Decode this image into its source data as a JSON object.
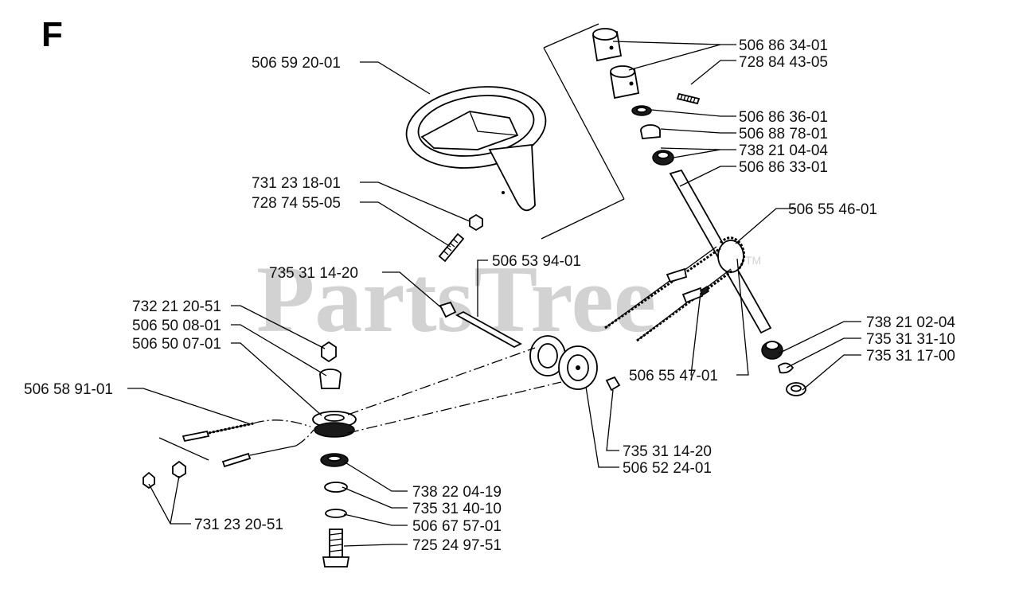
{
  "diagram": {
    "section_letter": "F",
    "watermark": "PartsTree",
    "trademark": "TM",
    "colors": {
      "ink": "#000000",
      "watermark": "#d2d2d2",
      "background": "#ffffff"
    },
    "callouts": [
      {
        "id": "c1",
        "part_number": "506 86 34-01"
      },
      {
        "id": "c2",
        "part_number": "728 84 43-05"
      },
      {
        "id": "c3",
        "part_number": "506 59 20-01"
      },
      {
        "id": "c4",
        "part_number": "506 86 36-01"
      },
      {
        "id": "c5",
        "part_number": "506 88 78-01"
      },
      {
        "id": "c6",
        "part_number": "738 21 04-04"
      },
      {
        "id": "c7",
        "part_number": "506 86 33-01"
      },
      {
        "id": "c8",
        "part_number": "731 23 18-01"
      },
      {
        "id": "c9",
        "part_number": "728 74 55-05"
      },
      {
        "id": "c10",
        "part_number": "506 55 46-01"
      },
      {
        "id": "c11",
        "part_number": "506 53 94-01"
      },
      {
        "id": "c12",
        "part_number": "735 31 14-20"
      },
      {
        "id": "c13",
        "part_number": "732 21 20-51"
      },
      {
        "id": "c14",
        "part_number": "506 50 08-01"
      },
      {
        "id": "c15",
        "part_number": "506 50 07-01"
      },
      {
        "id": "c16",
        "part_number": "738 21 02-04"
      },
      {
        "id": "c17",
        "part_number": "735 31 31-10"
      },
      {
        "id": "c18",
        "part_number": "735 31 17-00"
      },
      {
        "id": "c19",
        "part_number": "506 55 47-01"
      },
      {
        "id": "c20",
        "part_number": "506 58 91-01"
      },
      {
        "id": "c21",
        "part_number": "735 31 14-20"
      },
      {
        "id": "c22",
        "part_number": "506 52 24-01"
      },
      {
        "id": "c23",
        "part_number": "738 22 04-19"
      },
      {
        "id": "c24",
        "part_number": "735 31 40-10"
      },
      {
        "id": "c25",
        "part_number": "731 23 20-51"
      },
      {
        "id": "c26",
        "part_number": "506 67 57-01"
      },
      {
        "id": "c27",
        "part_number": "725 24 97-51"
      }
    ]
  }
}
